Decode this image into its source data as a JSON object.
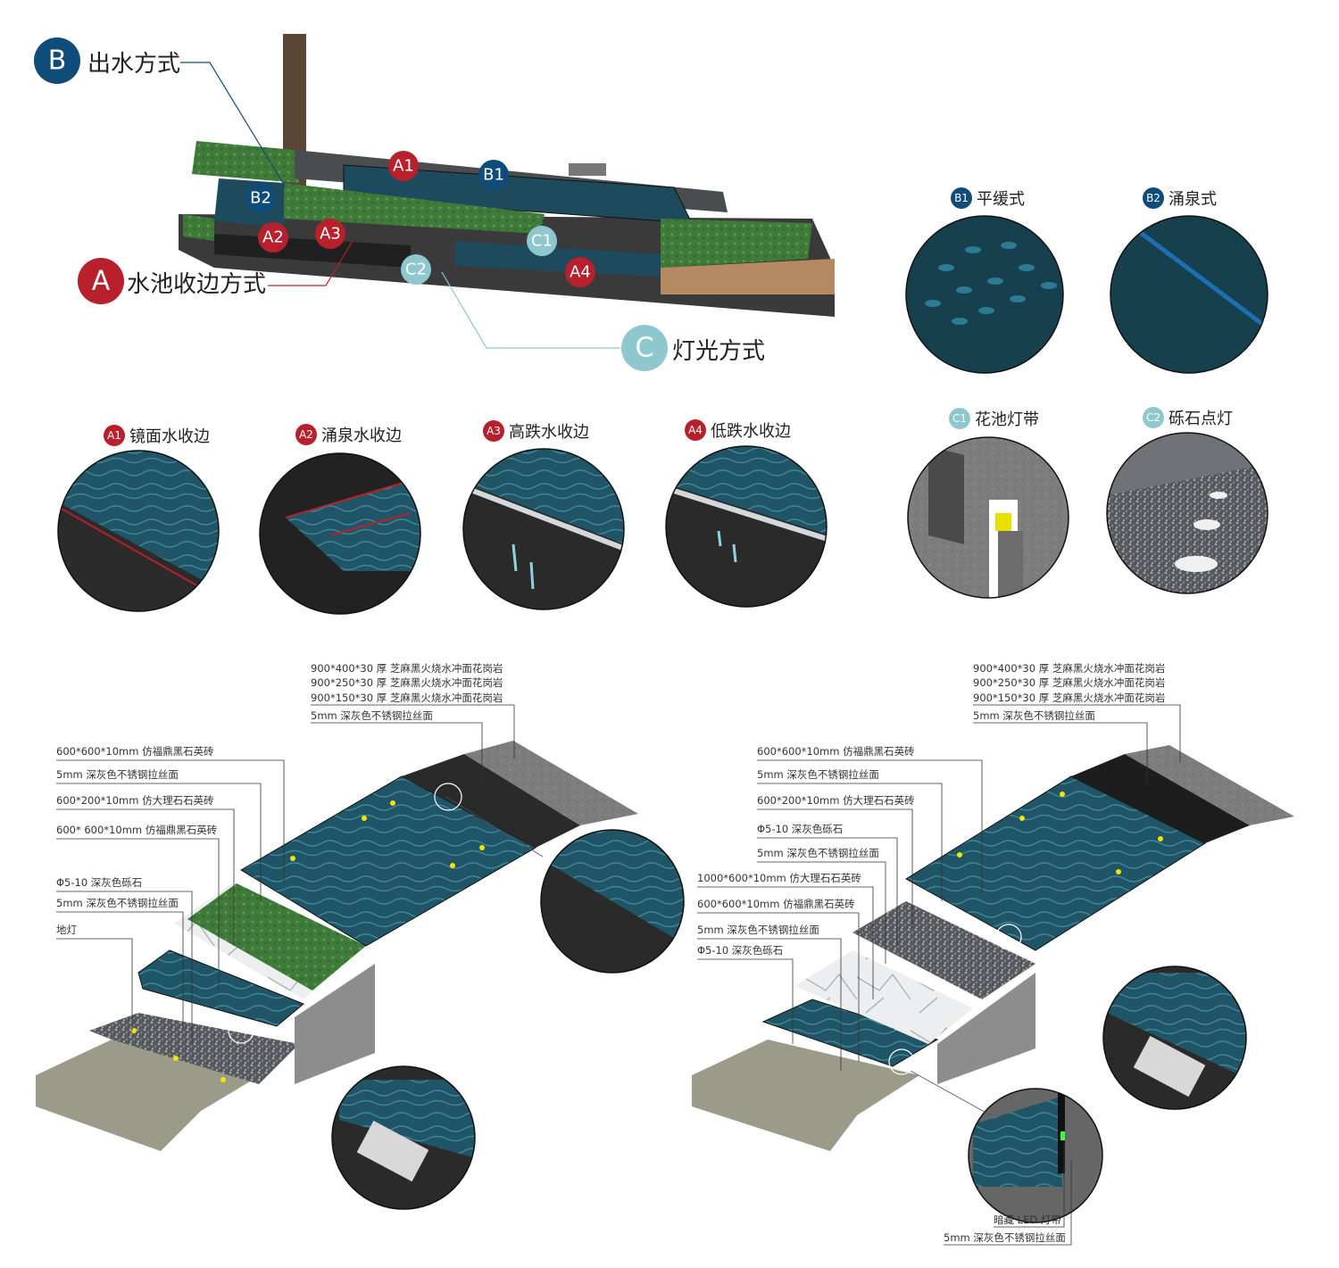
{
  "colors": {
    "red": "#b8202b",
    "blue": "#0f4c7a",
    "cyan": "#8fc7cf",
    "water": "#1e4a5c",
    "grass": "#3f7a3a",
    "stone": "#8a8a8a",
    "dark": "#2a2a2a"
  },
  "main_labels": {
    "B": {
      "badge": "B",
      "text": "出水方式"
    },
    "A": {
      "badge": "A",
      "text": "水池收边方式"
    },
    "C": {
      "badge": "C",
      "text": "灯光方式"
    }
  },
  "overview_badges": [
    "A1",
    "B1",
    "B2",
    "A2",
    "A3",
    "C1",
    "C2",
    "A4"
  ],
  "details": [
    {
      "badge": "B1",
      "text": "平缓式"
    },
    {
      "badge": "B2",
      "text": "涌泉式"
    },
    {
      "badge": "A1",
      "text": "镜面水收边"
    },
    {
      "badge": "A2",
      "text": "涌泉水收边"
    },
    {
      "badge": "A3",
      "text": "高跌水收边"
    },
    {
      "badge": "A4",
      "text": "低跌水收边"
    },
    {
      "badge": "C1",
      "text": "花池灯带"
    },
    {
      "badge": "C2",
      "text": "砾石点灯"
    }
  ],
  "left_section": {
    "top_notes": [
      "900*400*30 厚 芝麻黑火烧水冲面花岗岩",
      "900*250*30 厚 芝麻黑火烧水冲面花岗岩",
      "900*150*30 厚 芝麻黑火烧水冲面花岗岩",
      "5mm 深灰色不锈钢拉丝面"
    ],
    "side_notes": [
      "600*600*10mm 仿福鼎黑石英砖",
      "5mm 深灰色不锈钢拉丝面",
      "600*200*10mm 仿大理石石英砖",
      "600* 600*10mm 仿福鼎黑石英砖",
      "Φ5-10 深灰色砾石",
      "5mm 深灰色不锈钢拉丝面",
      "地灯"
    ]
  },
  "right_section": {
    "top_notes": [
      "900*400*30 厚 芝麻黑火烧水冲面花岗岩",
      "900*250*30 厚 芝麻黑火烧水冲面花岗岩",
      "900*150*30 厚 芝麻黑火烧水冲面花岗岩",
      "5mm 深灰色不锈钢拉丝面"
    ],
    "side_notes": [
      "600*600*10mm 仿福鼎黑石英砖",
      "5mm 深灰色不锈钢拉丝面",
      "600*200*10mm 仿大理石石英砖",
      "Φ5-10 深灰色砾石",
      "5mm 深灰色不锈钢拉丝面",
      "1000*600*10mm 仿大理石石英砖",
      "600*600*10mm 仿福鼎黑石英砖",
      "5mm 深灰色不锈钢拉丝面",
      "Φ5-10 深灰色砾石"
    ],
    "bottom_notes": [
      "暗藏 LED 灯带",
      "5mm 深灰色不锈钢拉丝面"
    ]
  }
}
